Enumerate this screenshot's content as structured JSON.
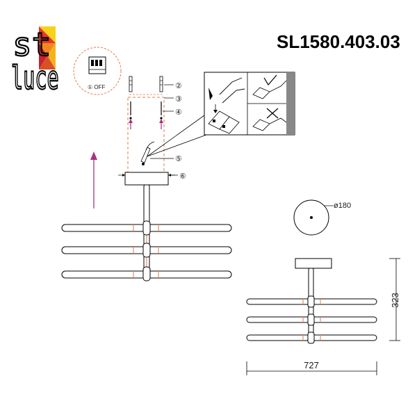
{
  "logo": {
    "line1": "st",
    "line2": "luce",
    "colors": [
      "#f7d21a",
      "#e9362b",
      "#f08a1e",
      "#c8232a",
      "#f5b21e",
      "#d94f26"
    ]
  },
  "product": {
    "code": "SL1580.403.03"
  },
  "install": {
    "switch_label": "① OFF",
    "callouts": [
      "②",
      "③",
      "④",
      "⑤",
      "⑥"
    ],
    "arrow_color": "#a8327f",
    "guide_color": "#e27a4a"
  },
  "dimensions": {
    "canopy_diameter": "ø180",
    "height": "323",
    "width": "727"
  }
}
